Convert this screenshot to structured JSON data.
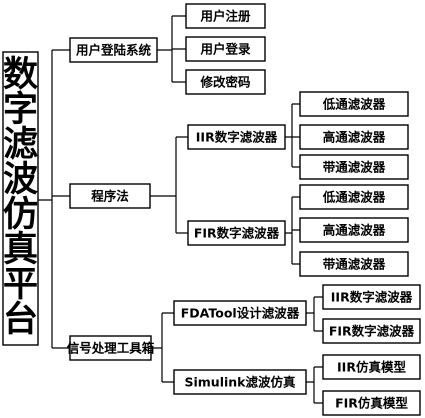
{
  "root": {
    "label": "数字滤波仿真平台",
    "chars": [
      "数",
      "字",
      "滤",
      "波",
      "仿",
      "真",
      "平",
      "台"
    ]
  },
  "branches": [
    {
      "label": "用户登陆系统",
      "children": [
        {
          "label": "用户注册"
        },
        {
          "label": "用户登录"
        },
        {
          "label": "修改密码"
        }
      ]
    },
    {
      "label": "程序法",
      "children": [
        {
          "label": "IIR数字滤波器",
          "children": [
            {
              "label": "低通滤波器"
            },
            {
              "label": "高通滤波器"
            },
            {
              "label": "带通滤波器"
            }
          ]
        },
        {
          "label": "FIR数字滤波器",
          "children": [
            {
              "label": "低通滤波器"
            },
            {
              "label": "高通滤波器"
            },
            {
              "label": "带通滤波器"
            }
          ]
        }
      ]
    },
    {
      "label": "信号处理工具箱",
      "children": [
        {
          "label": "FDATool设计滤波器",
          "children": [
            {
              "label": "IIR数字滤波器"
            },
            {
              "label": "FIR数字滤波器"
            }
          ]
        },
        {
          "label": "Simulink滤波仿真",
          "children": [
            {
              "label": "IIR仿真模型"
            },
            {
              "label": "FIR仿真模型"
            }
          ]
        }
      ]
    }
  ]
}
